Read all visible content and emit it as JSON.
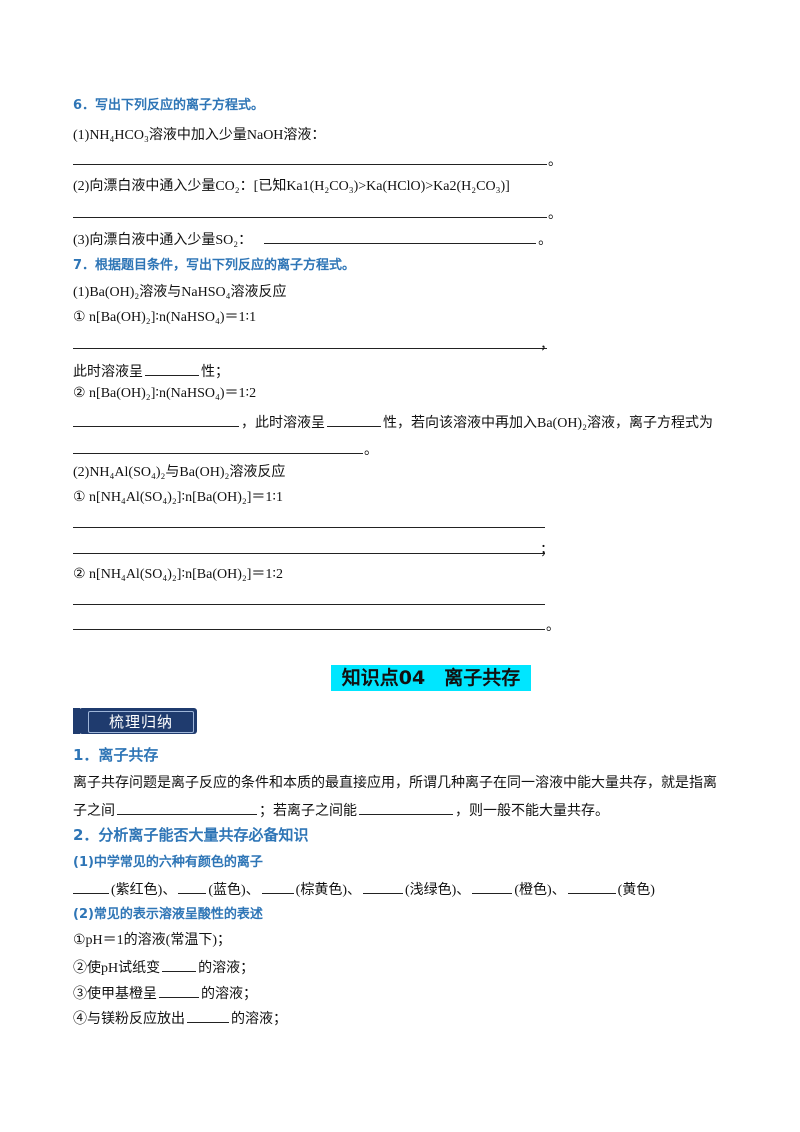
{
  "q6": {
    "title": "6．写出下列反应的离子方程式。",
    "l1": "(1)NH₄HCO₃溶液中加入少量NaOH溶液：",
    "l2": "(2)向漂白液中通入少量CO₂：[已知Ka1(H₂CO₃)>Ka(HClO)>Ka2(H₂CO₃)]",
    "l3": "(3)向漂白液中通入少量SO₂：",
    "end": "。"
  },
  "q7": {
    "title": "7．根据题目条件，写出下列反应的离子方程式。",
    "s1_head": "(1)Ba(OH)₂溶液与NaHSO₄溶液反应",
    "s1_c1": "① n[Ba(OH)₂]∶n(NaHSO₄)＝1∶1",
    "comma": "，",
    "s1_c1_tail_a": "此时溶液呈",
    "s1_c1_tail_b": "性；",
    "s1_c2": "② n[Ba(OH)₂]∶n(NaHSO₄)＝1∶2",
    "s1_c2_a": "，此时溶液呈",
    "s1_c2_b": "性，若向该溶液中再加入Ba(OH)₂溶液，离子方程式为",
    "end": "。",
    "s2_head": "(2)NH₄Al(SO₄)₂与Ba(OH)₂溶液反应",
    "s2_c1": "① n[NH₄Al(SO₄)₂]∶n[Ba(OH)₂]＝1∶1",
    "semi": "；",
    "s2_c2": "② n[NH₄Al(SO₄)₂]∶n[Ba(OH)₂]＝1∶2"
  },
  "kp": "知识点04　离子共存",
  "tag": "梳理归纳",
  "sec1": {
    "title": "1．离子共存",
    "p1": "离子共存问题是离子反应的条件和本质的最直接应用，所谓几种离子在同一溶液中能大量共存，就是指离",
    "p2a": "子之间",
    "p2b": "；若离子之间能",
    "p2c": "，则一般不能大量共存。"
  },
  "sec2": {
    "title": "2．分析离子能否大量共存必备知识",
    "sub1": "(1)中学常见的六种有颜色的离子",
    "colors": [
      "(紫红色)、",
      "(蓝色)、",
      "(棕黄色)、",
      "(浅绿色)、",
      "(橙色)、",
      "(黄色)"
    ],
    "sub2": "(2)常见的表示溶液呈酸性的表述",
    "a1": "①pH＝1的溶液(常温下)；",
    "a2a": "②使pH试纸变",
    "a2b": "的溶液；",
    "a3a": "③使甲基橙呈",
    "a3b": "的溶液；",
    "a4a": "④与镁粉反应放出",
    "a4b": "的溶液；"
  }
}
